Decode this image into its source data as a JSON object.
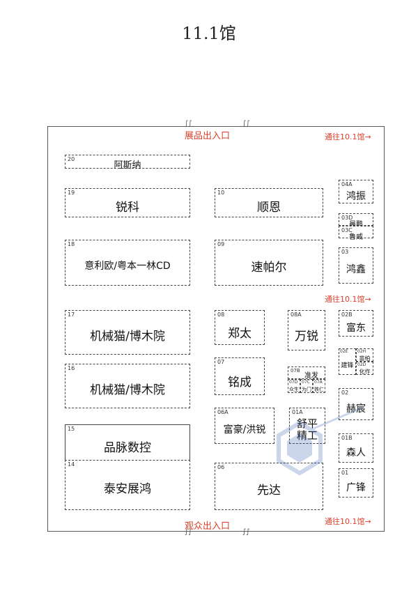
{
  "title": "11.1馆",
  "doors": {
    "top": "展品出入口",
    "bottom": "观众出入口",
    "right_top": "通往10.1馆→",
    "right_middle": "通往10.1馆→",
    "right_bottom": "通往10.1馆→"
  },
  "booths": [
    {
      "id": "20",
      "name": "阿斯纳"
    },
    {
      "id": "19",
      "name": "锐科"
    },
    {
      "id": "18",
      "name": "意利欧/粤本一林CD"
    },
    {
      "id": "17",
      "name": "机械猫/博木院"
    },
    {
      "id": "16",
      "name": "机械猫/博木院"
    },
    {
      "id": "15",
      "name": "品脉数控"
    },
    {
      "id": "14",
      "name": "泰安展鸿"
    },
    {
      "id": "10",
      "name": "顺恩"
    },
    {
      "id": "09",
      "name": "速帕尔"
    },
    {
      "id": "08",
      "name": "郑太"
    },
    {
      "id": "08A",
      "name": "万锐"
    },
    {
      "id": "07",
      "name": "铭成"
    },
    {
      "id": "07B",
      "name": "准发"
    },
    {
      "id": "07D",
      "name": "众生"
    },
    {
      "id": "07C",
      "name": "为门"
    },
    {
      "id": "07A",
      "name": "铁仁"
    },
    {
      "id": "06A",
      "name": "富豪/洪锐"
    },
    {
      "id": "01A",
      "name": "舒平精工"
    },
    {
      "id": "06",
      "name": "先达"
    },
    {
      "id": "04A",
      "name": "鸿振"
    },
    {
      "id": "03D",
      "name": "晨鹏"
    },
    {
      "id": "03C",
      "name": "鲁威"
    },
    {
      "id": "03",
      "name": "鸿鑫"
    },
    {
      "id": "02B",
      "name": "富东"
    },
    {
      "id": "02E",
      "name": "建锋"
    },
    {
      "id": "02H",
      "name": "苗柏"
    },
    {
      "id": "02D",
      "name": "化作"
    },
    {
      "id": "02",
      "name": "赫宸"
    },
    {
      "id": "01B",
      "name": "森人"
    },
    {
      "id": "01",
      "name": "广锋"
    }
  ],
  "icons": {
    "watermark": "logo-watermark-icon"
  },
  "colors": {
    "door_text": "#d9402b",
    "border": "#444444"
  }
}
